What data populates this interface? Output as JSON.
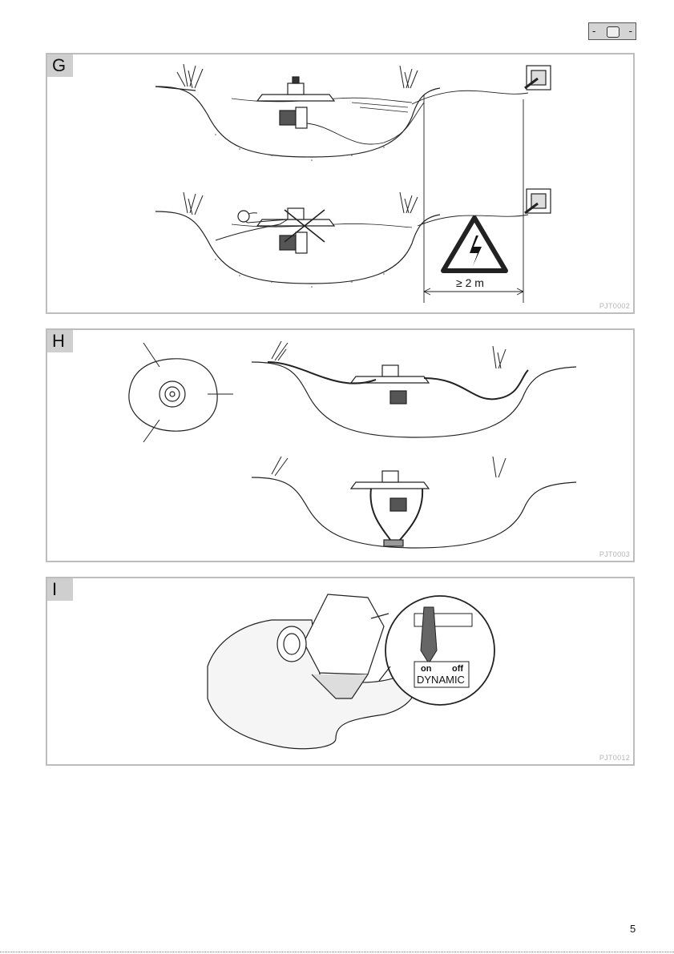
{
  "header": {
    "lang_box": {
      "left_mark": "-",
      "right_mark": "-"
    }
  },
  "panels": [
    {
      "letter": "G",
      "code": "PJT0002",
      "distance_label": "≥ 2 m"
    },
    {
      "letter": "H",
      "code": "PJT0003"
    },
    {
      "letter": "I",
      "code": "PJT0012",
      "switch": {
        "on_label": "on",
        "off_label": "off",
        "name_label": "DYNAMIC"
      }
    }
  ],
  "page_number": "5"
}
